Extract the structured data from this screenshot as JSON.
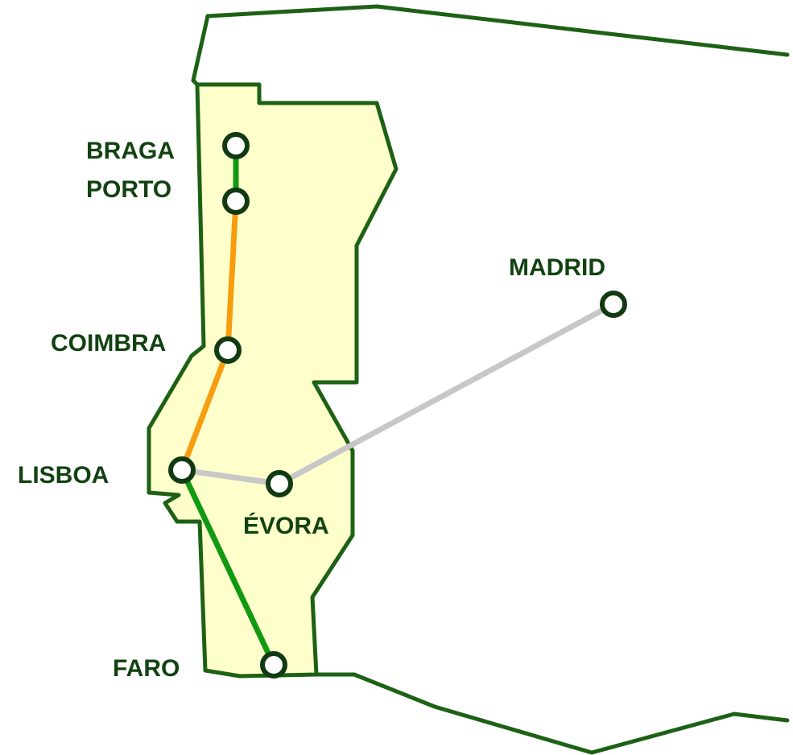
{
  "colors": {
    "background": "#ffffff",
    "land_fill": "#ffffcc",
    "border": "#1d6114",
    "label": "#124212",
    "station_stroke": "#123a12",
    "route_green": "#129912",
    "route_orange": "#f79d0f",
    "route_gray": "#c7c7c7"
  },
  "cities": {
    "braga": {
      "label": "BRAGA"
    },
    "porto": {
      "label": "PORTO"
    },
    "coimbra": {
      "label": "COIMBRA"
    },
    "lisboa": {
      "label": "LISBOA"
    },
    "evora": {
      "label": "ÉVORA"
    },
    "faro": {
      "label": "FARO"
    },
    "madrid": {
      "label": "MADRID"
    }
  },
  "routes": [
    {
      "from": "braga",
      "to": "porto",
      "color": "route_green",
      "icon": "rail-line-icon"
    },
    {
      "from": "porto",
      "to": "coimbra",
      "color": "route_orange",
      "icon": "rail-line-icon"
    },
    {
      "from": "coimbra",
      "to": "lisboa",
      "color": "route_orange",
      "icon": "rail-line-icon"
    },
    {
      "from": "lisboa",
      "to": "faro",
      "color": "route_green",
      "icon": "rail-line-icon"
    },
    {
      "from": "lisboa",
      "to": "evora",
      "color": "route_gray",
      "icon": "rail-line-icon"
    },
    {
      "from": "evora",
      "to": "madrid",
      "color": "route_gray",
      "icon": "rail-line-icon"
    }
  ]
}
